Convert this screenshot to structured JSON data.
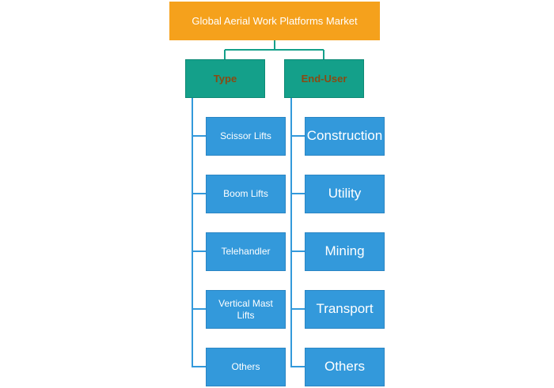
{
  "root": {
    "label": "Global Aerial Work Platforms Market"
  },
  "categories": [
    {
      "label": "Type",
      "items": [
        "Scissor Lifts",
        "Boom Lifts",
        "Telehandler",
        "Vertical Mast Lifts",
        "Others"
      ]
    },
    {
      "label": "End-User",
      "items": [
        "Construction",
        "Utility",
        "Mining",
        "Transport",
        "Others"
      ]
    }
  ],
  "colors": {
    "root": "#f5a11c",
    "category": "#14a08a",
    "category_text": "#8a4a12",
    "leaf": "#3399db",
    "connector": "#14a08a",
    "leaf_connector": "#3399db"
  }
}
